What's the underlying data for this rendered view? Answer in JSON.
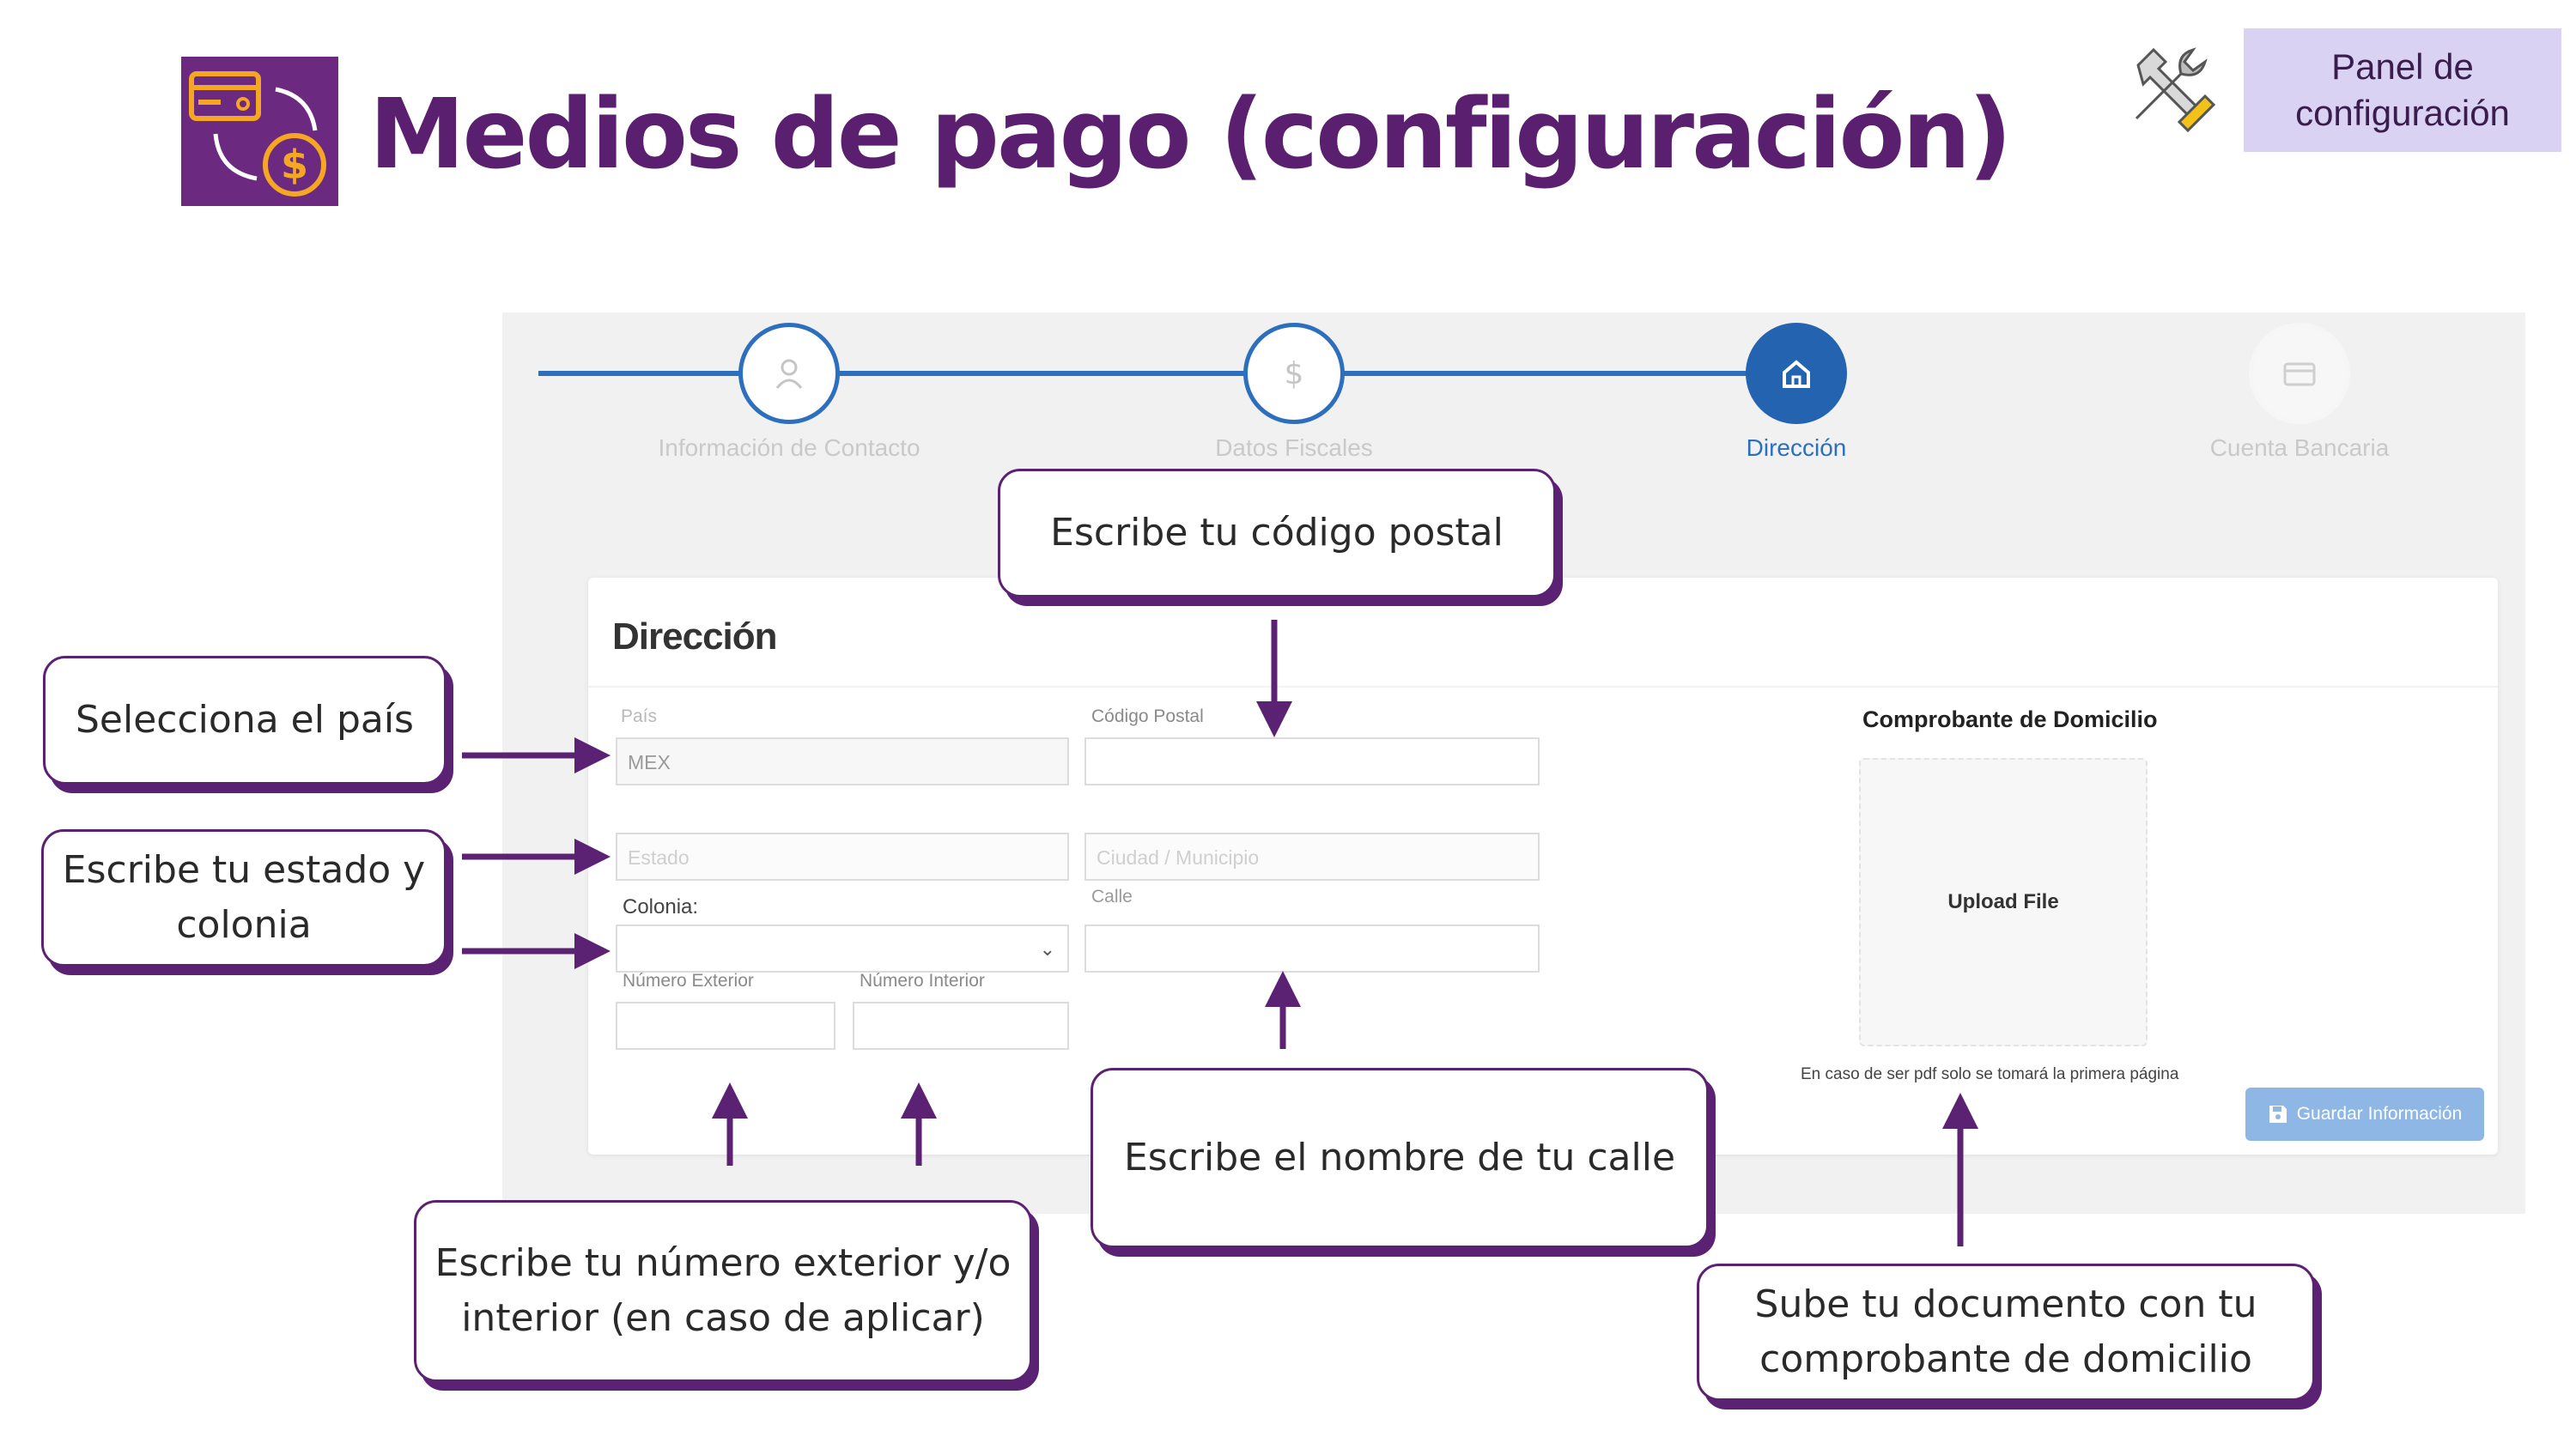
{
  "header": {
    "title": "Medios de pago (configuración)",
    "logo_icon": "card-payment-icon",
    "tools_icon": "tools-icon",
    "panel_badge": "Panel de configuración"
  },
  "stepper": {
    "steps": [
      {
        "label": "Información de Contacto",
        "icon": "user-icon",
        "state": "done"
      },
      {
        "label": "Datos Fiscales",
        "icon": "dollar-icon",
        "state": "done"
      },
      {
        "label": "Dirección",
        "icon": "home-icon",
        "state": "active"
      },
      {
        "label": "Cuenta Bancaria",
        "icon": "card-icon",
        "state": "pending"
      }
    ]
  },
  "form": {
    "title": "Dirección",
    "pais_label": "País",
    "pais_value": "MEX",
    "cp_label": "Código Postal",
    "cp_value": "",
    "estado_placeholder": "Estado",
    "ciudad_placeholder": "Ciudad / Municipio",
    "colonia_label": "Colonia:",
    "calle_label": "Calle",
    "num_ext_label": "Número Exterior",
    "num_int_label": "Número Interior",
    "doc_title": "Comprobante de Domicilio",
    "upload_label": "Upload File",
    "upload_note": "En caso de ser pdf solo se tomará la primera página",
    "save_label": "Guardar Información"
  },
  "callouts": {
    "codigo_postal": "Escribe tu código postal",
    "pais": "Selecciona el país",
    "estado_colonia": "Escribe tu estado y colonia",
    "numero": "Escribe tu número exterior y/o interior (en caso de aplicar)",
    "calle": "Escribe el nombre de tu calle",
    "documento": "Sube tu documento con tu comprobante de domicilio"
  },
  "colors": {
    "brand_purple": "#5b2173",
    "step_blue": "#2d6fbf",
    "badge_lavender": "#d9d2f3"
  }
}
